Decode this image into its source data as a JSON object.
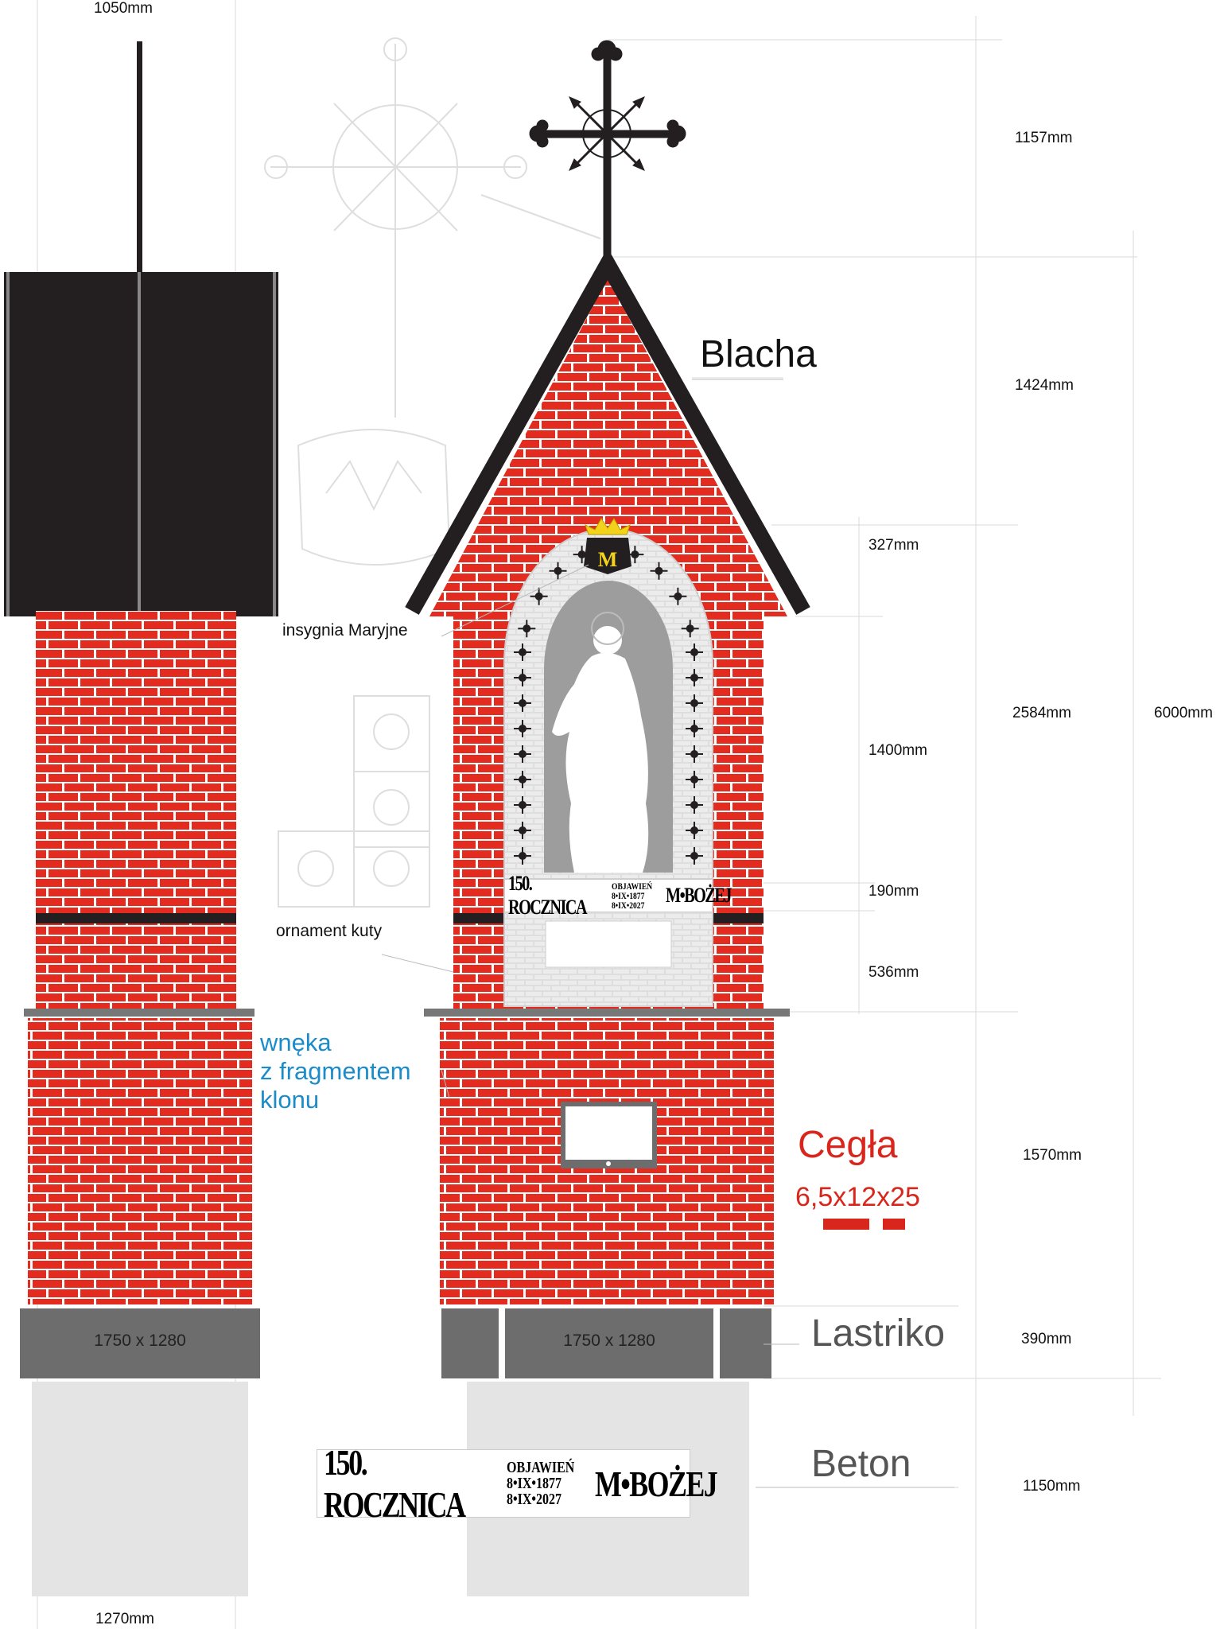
{
  "dimensions": {
    "top_width": "1050mm",
    "bottom_width": "1270mm",
    "cross_height": "1157mm",
    "roof_height": "1424mm",
    "arch_height": "327mm",
    "niche_height": "1400mm",
    "plaque_height": "190mm",
    "lower_frame_height": "536mm",
    "upper_section": "2584mm",
    "total_height": "6000mm",
    "base_section": "1570mm",
    "plinth_height": "390mm",
    "foundation_height": "1150mm"
  },
  "labels": {
    "roof_material": "Blacha",
    "marian_insignia": "insygnia Maryjne",
    "ornament": "ornament kuty",
    "recess_line1": "wnęka",
    "recess_line2": "z fragmentem",
    "recess_line3": "klonu",
    "brick": "Cegła",
    "brick_size": "6,5x12x25",
    "terrazzo": "Lastriko",
    "concrete": "Beton"
  },
  "plinth_plates": {
    "side": "1750 x 1280",
    "front": "1750 x 1280"
  },
  "banner": {
    "main": "150. ROCZNICA",
    "stack_top": "OBJAWIEŃ",
    "stack_mid": "8•IX•1877",
    "stack_bot": "8•IX•2027",
    "end": "M•BOŻEJ"
  },
  "colors": {
    "brick": "#e32b1f",
    "mortar": "#ffffff",
    "roof": "#231f20",
    "plinth": "#6d6d6d",
    "foundation": "#e4e4e4",
    "frame": "#dcdcdc",
    "statue": "#ffffff",
    "crown": "#f2d21a"
  }
}
